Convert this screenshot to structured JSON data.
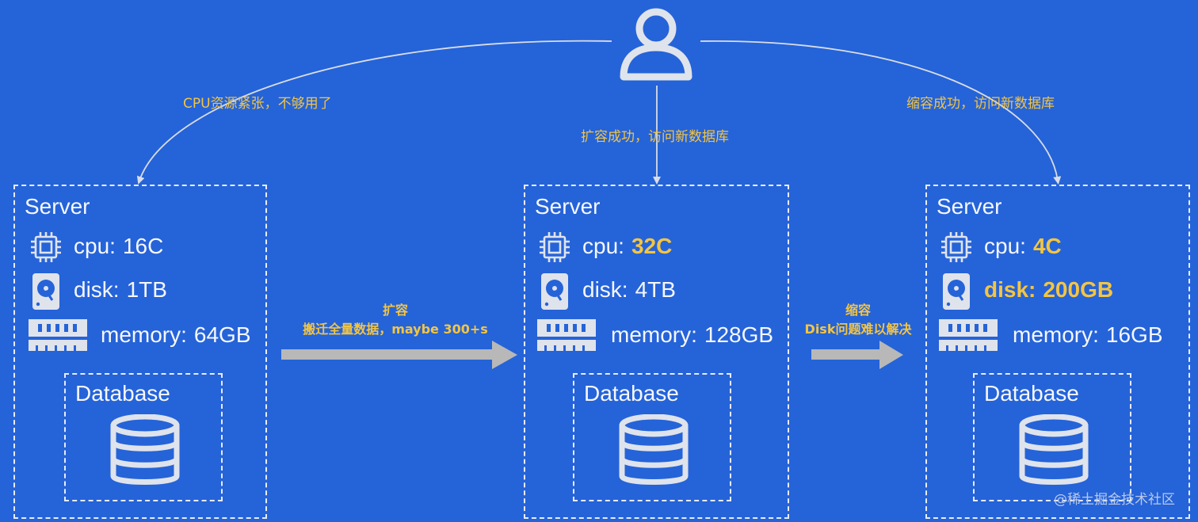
{
  "user": {
    "icon": "user-icon"
  },
  "connections": [
    {
      "label": "CPU资源紧张，不够用了",
      "target": "left"
    },
    {
      "label": "扩容成功，访问新数据库",
      "target": "middle"
    },
    {
      "label": "缩容成功，访问新数据库",
      "target": "right"
    }
  ],
  "servers": [
    {
      "title": "Server",
      "cpu_label": "cpu:",
      "cpu_value": "16C",
      "disk_label": "disk:",
      "disk_value": "1TB",
      "memory_label": "memory:",
      "memory_value": "64GB",
      "database_label": "Database",
      "highlight": []
    },
    {
      "title": "Server",
      "cpu_label": "cpu:",
      "cpu_value": "32C",
      "disk_label": "disk:",
      "disk_value": "4TB",
      "memory_label": "memory:",
      "memory_value": "128GB",
      "database_label": "Database",
      "highlight": [
        "cpu"
      ]
    },
    {
      "title": "Server",
      "cpu_label": "cpu:",
      "cpu_value": "4C",
      "disk_label": "disk:",
      "disk_value": "200GB",
      "memory_label": "memory:",
      "memory_value": "16GB",
      "database_label": "Database",
      "highlight": [
        "cpu",
        "disk"
      ]
    }
  ],
  "steps": [
    {
      "line1": "扩容",
      "line2": "搬迁全量数据，maybe 300+s"
    },
    {
      "line1": "缩容",
      "line2": "Disk问题难以解决"
    }
  ],
  "watermark": "@稀土掘金技术社区",
  "colors": {
    "background": "#2563d8",
    "highlight": "#f4c542",
    "arrow": "#b8b8b8"
  }
}
